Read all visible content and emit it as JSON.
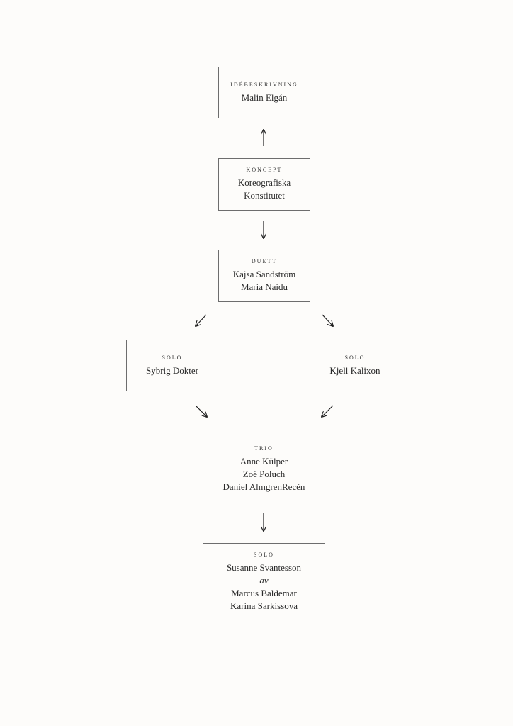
{
  "nodes": {
    "idebeskrivning": {
      "role": "Idébeskrivning",
      "lines": [
        "Malin Elgán"
      ]
    },
    "koncept": {
      "role": "Koncept",
      "lines": [
        "Koreografiska",
        "Konstitutet"
      ]
    },
    "duett": {
      "role": "Duett",
      "lines": [
        "Kajsa Sandström",
        "Maria Naidu"
      ]
    },
    "solo_left": {
      "role": "Solo",
      "lines": [
        "Sybrig Dokter"
      ]
    },
    "solo_right": {
      "role": "Solo",
      "lines": [
        "Kjell Kalixon"
      ]
    },
    "trio": {
      "role": "Trio",
      "lines": [
        "Anne Külper",
        "Zoë Poluch",
        "Daniel AlmgrenRecén"
      ]
    },
    "solo_final": {
      "role": "Solo",
      "lines": [
        "Susanne Svantesson",
        "av",
        "Marcus Baldemar",
        "Karina Sarkissova"
      ]
    }
  },
  "edges": [
    {
      "from": "koncept",
      "to": "idebeskrivning",
      "direction": "up"
    },
    {
      "from": "koncept",
      "to": "duett",
      "direction": "down"
    },
    {
      "from": "duett",
      "to": "solo_left",
      "direction": "down-left"
    },
    {
      "from": "duett",
      "to": "solo_right",
      "direction": "down-right"
    },
    {
      "from": "solo_left",
      "to": "trio",
      "direction": "down-right"
    },
    {
      "from": "solo_right",
      "to": "trio",
      "direction": "down-left"
    },
    {
      "from": "trio",
      "to": "solo_final",
      "direction": "down"
    }
  ],
  "colors": {
    "background": "#fdfcfa",
    "border": "#6d6d6d",
    "text": "#2a2a2a",
    "arrow": "#1e1e1e"
  }
}
